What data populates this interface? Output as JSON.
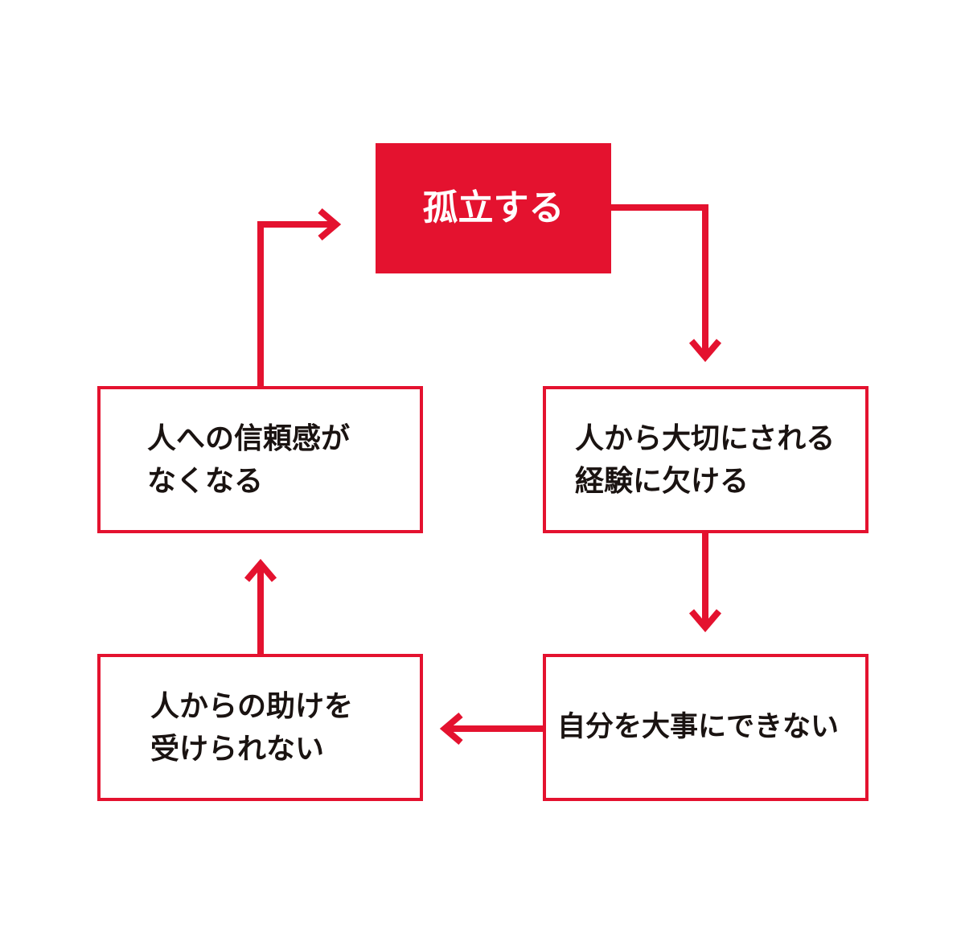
{
  "colors": {
    "accent": "#e4122f",
    "text": "#1a1311",
    "background": "#ffffff"
  },
  "nodes": {
    "isolate": {
      "lines": [
        "孤立する"
      ]
    },
    "valued": {
      "lines": [
        "人から大切にされる",
        "経験に欠ける"
      ]
    },
    "self_worth": {
      "lines": [
        "自分を大事にできない"
      ]
    },
    "help": {
      "lines": [
        "人からの助けを",
        "受けられない"
      ]
    },
    "trust": {
      "lines": [
        "人への信頼感が",
        "なくなる"
      ]
    }
  }
}
